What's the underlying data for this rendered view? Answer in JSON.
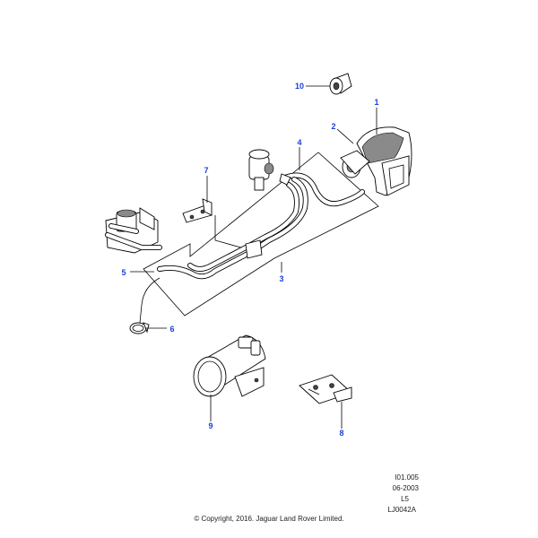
{
  "callouts": [
    {
      "id": "1",
      "label": "1"
    },
    {
      "id": "2",
      "label": "2"
    },
    {
      "id": "3",
      "label": "3"
    },
    {
      "id": "4",
      "label": "4"
    },
    {
      "id": "5",
      "label": "5"
    },
    {
      "id": "6",
      "label": "6"
    },
    {
      "id": "7",
      "label": "7"
    },
    {
      "id": "8",
      "label": "8"
    },
    {
      "id": "9",
      "label": "9"
    },
    {
      "id": "10",
      "label": "10"
    }
  ],
  "meta": {
    "line1": "I01.005",
    "line2": "06-2003",
    "line3": "L5",
    "line4": "LJ0042A"
  },
  "copyright": "© Copyright, 2016. Jaguar Land Rover Limited.",
  "colors": {
    "callout": "#1a3fd8",
    "line": "#000000",
    "shade": "#8a8a8a"
  }
}
